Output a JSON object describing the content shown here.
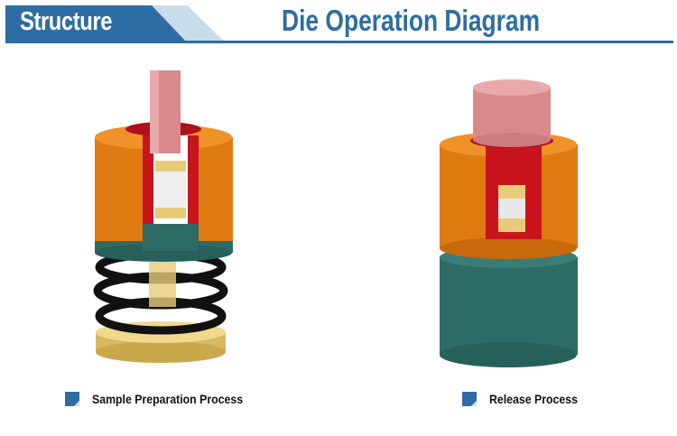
{
  "header": {
    "section_label": "Structure",
    "title": "Die Operation Diagram"
  },
  "legend": [
    {
      "label": "Sample Preparation Process"
    },
    {
      "label": "Release Process"
    }
  ],
  "colors": {
    "brand": "#2e6da4",
    "accent_light": "#c9dcec",
    "orange": "#e07b12",
    "teal": "#2e6b66",
    "red": "#c8141c",
    "pink": "#d9898c",
    "gold": "#e8cc7a"
  }
}
